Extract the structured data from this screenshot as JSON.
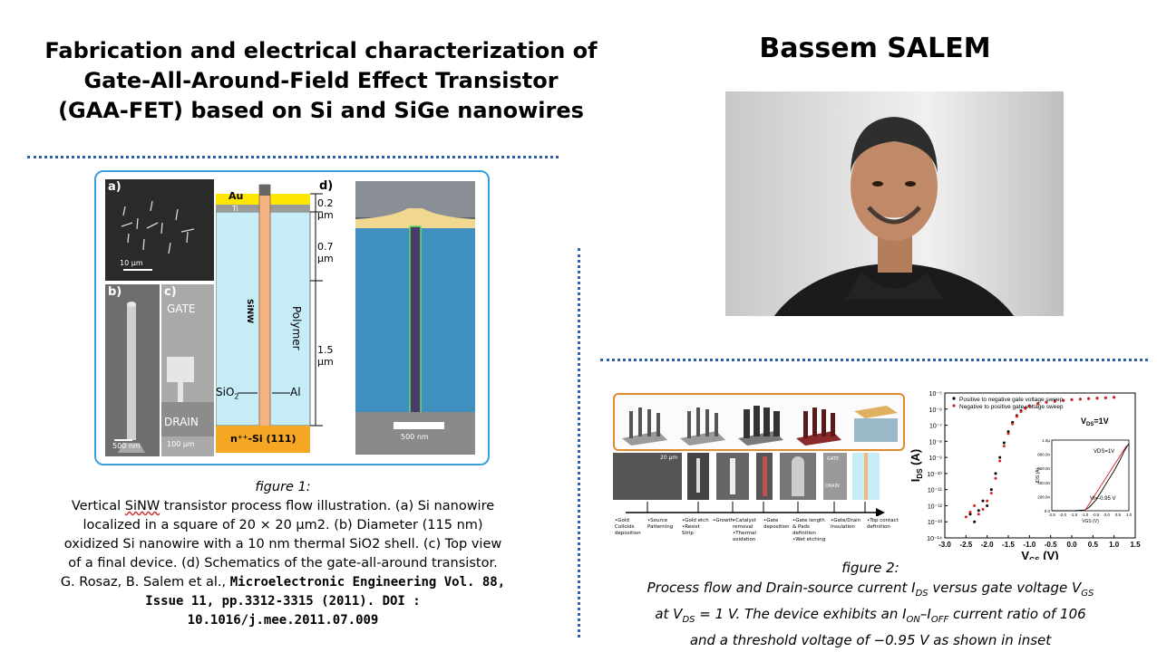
{
  "title": {
    "line1": "Fabrication and electrical characterization of",
    "line2": "Gate-All-Around-Field Effect Transistor",
    "line3": "(GAA-FET) based on Si and SiGe nanowires"
  },
  "author": "Bassem SALEM",
  "figure1": {
    "panel_labels": [
      "a)",
      "b)",
      "c)",
      "d)"
    ],
    "scalebars": [
      "10 µm",
      "500 nm",
      "100 µm",
      "500 nm"
    ],
    "device_labels": {
      "gate": "GATE",
      "drain": "DRAIN"
    },
    "schematic": {
      "au": "Au",
      "ti": "Ti",
      "sinw": "SiNW",
      "polymer": "Polymer",
      "sio2": "SiO",
      "sio2_sub": "2",
      "al": "Al",
      "substrate": "n⁺⁺-Si (111)",
      "dims": [
        "0.2 µm",
        "0.7 µm",
        "1.5 µm"
      ]
    }
  },
  "caption1": {
    "label": "figure 1:",
    "l1a": "Vertical ",
    "l1u": "SiNW",
    "l1b": " transistor process flow illustration. (a) Si nanowire",
    "l2": "localized in a square of 20 × 20 µm2. (b) Diameter (115 nm)",
    "l3": "oxidized Si nanowire with a 10 nm thermal SiO2 shell. (c) Top view",
    "l4": "of a final device. (d) Schematics of the gate-all-around transistor.",
    "l5a": "G. Rosaz, B. Salem et al., ",
    "l5b": "Microelectronic Engineering Vol. 88,",
    "l6": "Issue 11, pp.3312-3315 (2011). DOI :",
    "l7": "10.1016/j.mee.2011.07.009"
  },
  "figure2": {
    "steps": [
      "•Gold Colloids deposition",
      "•Source Patterning",
      "•Gold etch •Resist Strip",
      "•Growth",
      "•Catalyst removal •Thermal oxidation",
      "•Gate deposition",
      "•Gate length & Pads definition •Wet etching",
      "•Gate/Drain Insulation",
      "•Top contact definition"
    ],
    "micro_labels": {
      "scale": "20 µm",
      "gate": "GATE",
      "drain": "DRAIN"
    }
  },
  "chart_data": {
    "type": "scatter",
    "title": "",
    "xlabel": "V_GS (V)",
    "ylabel": "I_DS (A)",
    "yscale": "log",
    "xlim": [
      -3.0,
      1.5
    ],
    "ylim": [
      1e-14,
      1e-05
    ],
    "xticks": [
      "-3.0",
      "-2.5",
      "-2.0",
      "-1.5",
      "-1.0",
      "-0.5",
      "0.0",
      "0.5",
      "1.0",
      "1.5"
    ],
    "yticks": [
      "10⁻⁵",
      "10⁻⁶",
      "10⁻⁷",
      "10⁻⁸",
      "10⁻⁹",
      "10⁻¹⁰",
      "10⁻¹¹",
      "10⁻¹²",
      "10⁻¹³",
      "10⁻¹⁴"
    ],
    "annotation": "V_DS=1V",
    "legend_position": "top",
    "series": [
      {
        "name": "Positive to negative gate voltage sweep",
        "color": "#000000",
        "x": [
          -2.4,
          -2.3,
          -2.2,
          -2.1,
          -2.0,
          -1.9,
          -1.8,
          -1.7,
          -1.6,
          -1.5,
          -1.4,
          -1.3,
          -1.2,
          -1.1,
          -1.0,
          -0.8,
          -0.6,
          -0.4,
          -0.2,
          0.0,
          0.2,
          0.4,
          0.6,
          0.8,
          1.0
        ],
        "y": [
          3e-13,
          1e-13,
          5e-13,
          2e-12,
          1e-12,
          1e-11,
          1e-10,
          1e-09,
          8e-09,
          4e-08,
          1.5e-07,
          4e-07,
          8e-07,
          1.2e-06,
          1.6e-06,
          2.2e-06,
          2.7e-06,
          3.1e-06,
          3.5e-06,
          3.9e-06,
          4.2e-06,
          4.5e-06,
          4.8e-06,
          5.1e-06,
          5.4e-06
        ]
      },
      {
        "name": "Negative to positive gate voltage sweep",
        "color": "#d42020",
        "x": [
          -2.5,
          -2.4,
          -2.3,
          -2.2,
          -2.1,
          -2.0,
          -1.9,
          -1.8,
          -1.7,
          -1.6,
          -1.5,
          -1.4,
          -1.3,
          -1.2,
          -1.1,
          -1.0,
          -0.8,
          -0.6,
          -0.4,
          -0.2,
          0.0,
          0.2,
          0.4,
          0.6,
          0.8,
          1.0
        ],
        "y": [
          2e-13,
          4e-13,
          1e-12,
          3e-13,
          6e-13,
          2e-12,
          6e-12,
          5e-11,
          6e-10,
          5e-09,
          3e-08,
          1.2e-07,
          3.5e-07,
          7e-07,
          1.1e-06,
          1.5e-06,
          2.1e-06,
          2.6e-06,
          3e-06,
          3.4e-06,
          3.8e-06,
          4.1e-06,
          4.4e-06,
          4.7e-06,
          5e-06,
          5.3e-06
        ]
      }
    ],
    "inset": {
      "type": "line",
      "xlabel": "V_GS (V)",
      "ylabel": "I_DS (A)",
      "xlim": [
        -2.5,
        1.0
      ],
      "ylim": [
        0,
        1e-06
      ],
      "xticks": [
        "-2.5",
        "-2.0",
        "-1.5",
        "-1.0",
        "-0.5",
        "0.0",
        "0.5",
        "1.0"
      ],
      "yticks": [
        "1.0µ",
        "800.0n",
        "600.0n",
        "400.0n",
        "200.0n",
        "0.0"
      ],
      "annotations": [
        "V_DS=1V",
        "V_t=-0.95 V"
      ],
      "x": [
        -2.5,
        -1.5,
        -1.0,
        -0.8,
        -0.5,
        -0.2,
        0.0,
        0.3,
        0.6,
        0.8,
        1.0
      ],
      "y": [
        0,
        0,
        1e-08,
        5e-08,
        1.5e-07,
        3e-07,
        4e-07,
        5.5e-07,
        7.2e-07,
        8.5e-07,
        9.5e-07
      ]
    }
  },
  "caption2": {
    "label": "figure 2:",
    "l1a": "Process flow and Drain-source current ",
    "I": "I",
    "DS": "DS",
    "l1b": " versus gate voltage ",
    "V": "V",
    "GS": "GS",
    "l2a": "at ",
    "l2V": "V",
    "l2DS": "DS",
    "l2b": " = 1 V. The device exhibits an ",
    "ION_I": "I",
    "ON": "ON",
    "dash": "–",
    "IOFF_I": "I",
    "OFF": "OFF",
    "l2c": " current ratio of 106",
    "l3": "and a threshold voltage of −0.95 V as shown in inset"
  },
  "colors": {
    "accent": "#2f5fa8",
    "frame": "#3aa0e0",
    "substrate": "#f5a623",
    "au": "#ffe600",
    "nanowire": "#f4b583",
    "polymer": "#c6ecf6"
  }
}
